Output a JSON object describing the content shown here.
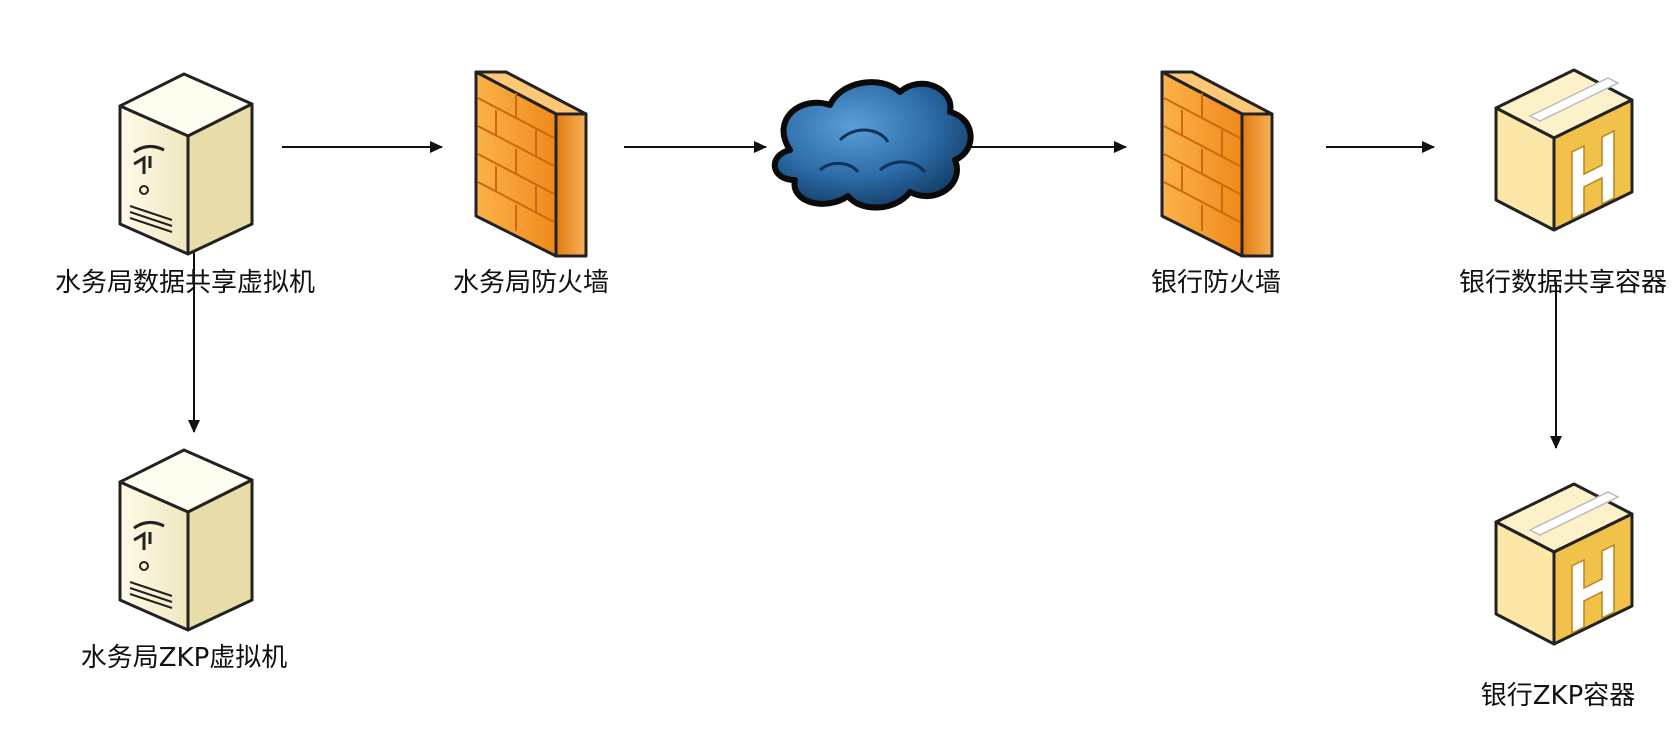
{
  "diagram": {
    "nodes": {
      "water_vm": {
        "label": "水务局数据共享虚拟机",
        "icon": "server-icon"
      },
      "water_zkp_vm": {
        "label": "水务局ZKP虚拟机",
        "icon": "server-icon"
      },
      "water_firewall": {
        "label": "水务局防火墙",
        "icon": "firewall-icon"
      },
      "internet": {
        "label": "",
        "icon": "cloud-icon"
      },
      "bank_firewall": {
        "label": "银行防火墙",
        "icon": "firewall-icon"
      },
      "bank_container": {
        "label": "银行数据共享容器",
        "icon": "container-box-icon"
      },
      "bank_zkp_container": {
        "label": "银行ZKP容器",
        "icon": "container-box-icon"
      }
    },
    "edges": [
      {
        "from": "water_vm",
        "to": "water_firewall"
      },
      {
        "from": "water_firewall",
        "to": "internet"
      },
      {
        "from": "internet",
        "to": "bank_firewall"
      },
      {
        "from": "bank_firewall",
        "to": "bank_container"
      },
      {
        "from": "water_vm",
        "to": "water_zkp_vm"
      },
      {
        "from": "bank_container",
        "to": "bank_zkp_container"
      }
    ],
    "colors": {
      "firewall_orange": "#f08a1c",
      "cloud_blue": "#2d6da8",
      "server_cream": "#f7f0d2",
      "box_yellow": "#f2c14a",
      "arrow": "#111111"
    }
  }
}
